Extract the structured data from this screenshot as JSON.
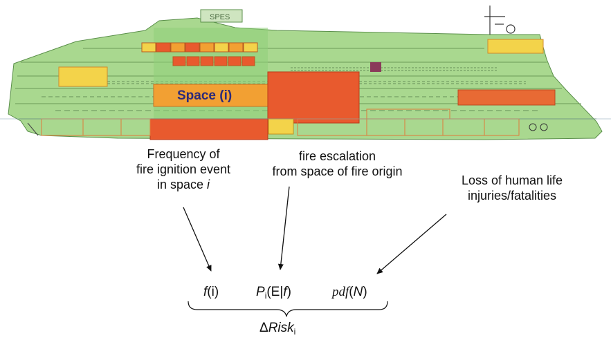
{
  "ship": {
    "funnel_text": "SPES",
    "space_label": "Space (i)"
  },
  "labels": {
    "frequency": [
      "Frequency of",
      "fire ignition event"
    ],
    "frequency_line3_prefix": "in space ",
    "frequency_line3_var": "i",
    "escalation": [
      "fire escalation",
      "from space of fire origin"
    ],
    "loss": [
      "Loss of human life",
      "injuries/fatalities"
    ]
  },
  "formula": {
    "f_func": "f",
    "f_arg": "(i)",
    "p_sym": "P",
    "p_sub": "i",
    "p_arg_open": "(E|",
    "p_arg_var": "f",
    "p_arg_close": ")",
    "pdf_func": "pdf",
    "pdf_open": "(",
    "pdf_var": "N",
    "pdf_close": ")"
  },
  "risk": {
    "delta": "Δ",
    "name": "Risk",
    "sub": "i"
  },
  "colors": {
    "hull_green": "#a9d88f",
    "space_orange": "#f2a033",
    "fire_red": "#e85a2e",
    "yellow": "#f3d34a",
    "outline": "#e07a3a",
    "text_dark": "#111111",
    "space_text": "#2c2a7a"
  }
}
